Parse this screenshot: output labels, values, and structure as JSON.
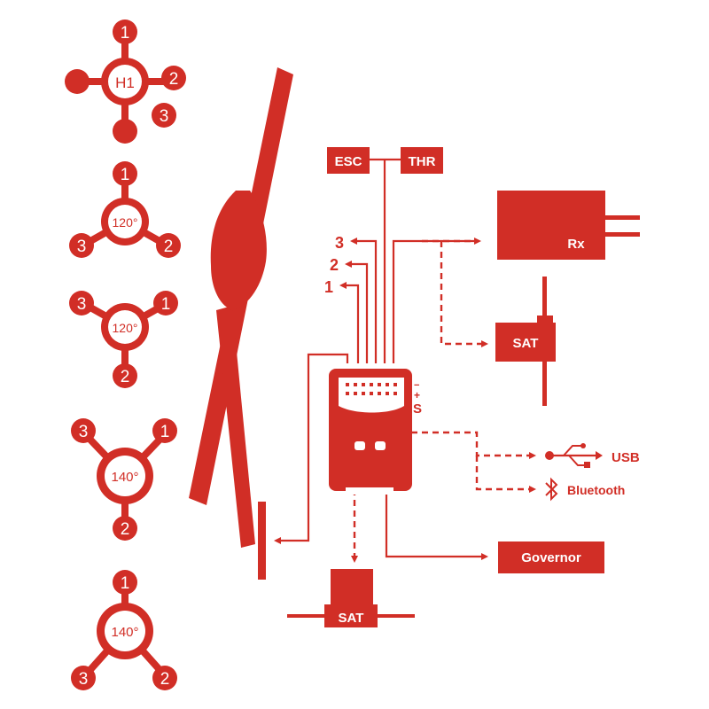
{
  "colors": {
    "accent": "#d12e26",
    "background": "#ffffff",
    "inverse": "#ffffff"
  },
  "swashplates": [
    {
      "center_label": "H1",
      "n1": "1",
      "n2": "2",
      "n3": "3"
    },
    {
      "center_label": "120°",
      "n1": "1",
      "n2": "2",
      "n3": "3"
    },
    {
      "center_label": "120°",
      "n1": "1",
      "n2": "2",
      "n3": "3"
    },
    {
      "center_label": "140°",
      "n1": "1",
      "n2": "2",
      "n3": "3"
    },
    {
      "center_label": "140°",
      "n1": "1",
      "n2": "2",
      "n3": "3"
    }
  ],
  "boxes": {
    "esc": "ESC",
    "thr": "THR",
    "rx": "Rx",
    "sat_top": "SAT",
    "sat_bottom": "SAT",
    "governor": "Governor"
  },
  "servo_outputs": [
    "1",
    "2",
    "3"
  ],
  "connectivity": {
    "usb": "USB",
    "bluetooth": "Bluetooth"
  },
  "port_label": "S",
  "port_plus": "+",
  "port_minus": "−",
  "icons": [
    "usb-icon",
    "bluetooth-icon",
    "arrow-icon",
    "helicopter-rotor-icon",
    "flybarless-unit-icon"
  ]
}
